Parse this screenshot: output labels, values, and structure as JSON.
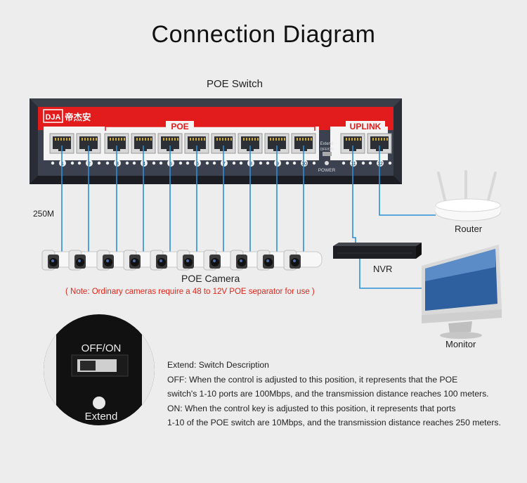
{
  "title": "Connection Diagram",
  "switch": {
    "label": "POE Switch",
    "brand": "帝杰安",
    "brand_logo": "DJA",
    "poe_label": "POE",
    "uplink_label": "UPLINK",
    "extend_label": "Extend",
    "offon_small": "OFF/ON",
    "power_label": "POWER",
    "port_numbers": [
      "1",
      "2",
      "3",
      "4",
      "5",
      "6",
      "7",
      "8",
      "9",
      "10"
    ],
    "uplink_numbers": [
      "11",
      "12"
    ],
    "accent_color": "#e21c1c",
    "body_color": "#2a2d36"
  },
  "speed_label": "250M",
  "camera": {
    "label": "POE Camera",
    "note": "( Note: Ordinary cameras require a 48 to 12V POE separator for use )",
    "note_color": "#e0261b"
  },
  "devices": {
    "router": "Router",
    "nvr": "NVR",
    "monitor": "Monitor"
  },
  "zoom": {
    "offon": "OFF/ON",
    "extend": "Extend"
  },
  "description": {
    "line1": "Extend: Switch Description",
    "line2": "OFF: When the control is adjusted to this position, it represents that the POE",
    "line3": "switch's 1-10 ports are 100Mbps, and the transmission distance reaches 100 meters.",
    "line4": "ON: When the control key is adjusted to this position, it represents that ports",
    "line5": "1-10 of the POE switch are 10Mbps, and the transmission distance reaches 250 meters."
  },
  "line_color": "#2b8fd6"
}
